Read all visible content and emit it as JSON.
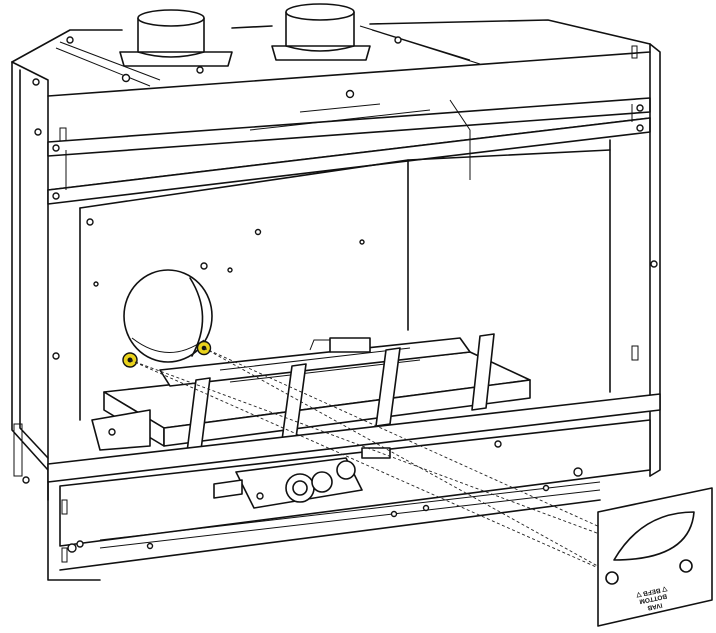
{
  "diagram": {
    "highlight_color": "#e9d21c",
    "line_color": "#111111",
    "background": "#ffffff",
    "plate_labels": {
      "line1": "IVAB",
      "line2": "BOTTOM",
      "line3": "▽ BEFB ▽"
    },
    "icons": [
      "fireplace-firebox",
      "vent-collar",
      "burner-assembly",
      "gas-valve",
      "access-cover-plate",
      "highlighted-screw"
    ]
  }
}
